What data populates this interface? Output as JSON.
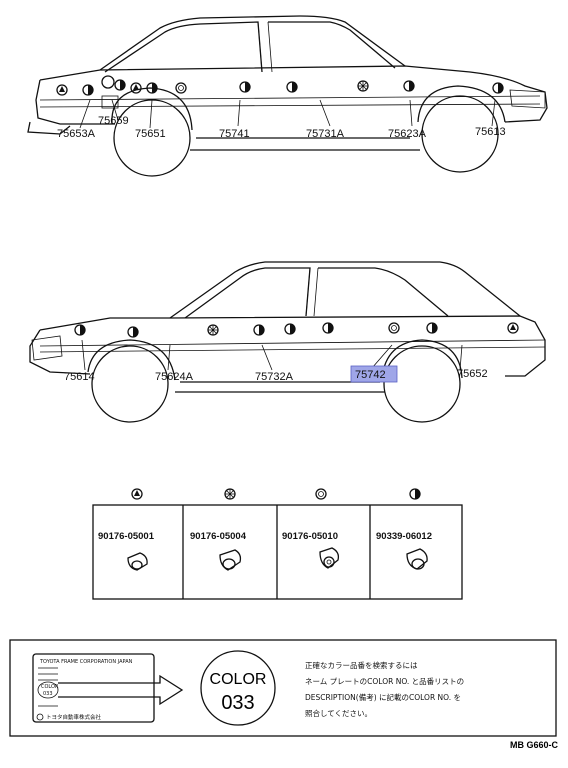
{
  "diagram_code": "MB G660-C",
  "top_car": {
    "labels": [
      "75653A",
      "75659",
      "75651",
      "75741",
      "75731A",
      "75623A",
      "75613"
    ]
  },
  "bottom_car": {
    "labels": [
      "75614",
      "75624A",
      "75732A",
      "75742",
      "75652"
    ],
    "highlighted": "75742"
  },
  "clips": [
    {
      "part_no": "90176-05001",
      "icon": "triangle-circle-icon"
    },
    {
      "part_no": "90176-05004",
      "icon": "asterisk-circle-icon"
    },
    {
      "part_no": "90176-05010",
      "icon": "ring-circle-icon"
    },
    {
      "part_no": "90339-06012",
      "icon": "half-filled-circle-icon"
    }
  ],
  "color_box": {
    "plate_title": "TOYOTA FRAME CORPORATION JAPAN",
    "plate_color_label": "COLOR",
    "plate_color_code": "033",
    "plate_maker": "トヨタ自動車株式会社",
    "badge_label": "COLOR",
    "badge_code": "033",
    "note_lines": [
      "正確なカラー品番を検索するには",
      "ネーム プレートのCOLOR NO. と品番リストの",
      "DESCRIPTION(備考) に記載のCOLOR NO. を",
      "照合してください。"
    ]
  }
}
